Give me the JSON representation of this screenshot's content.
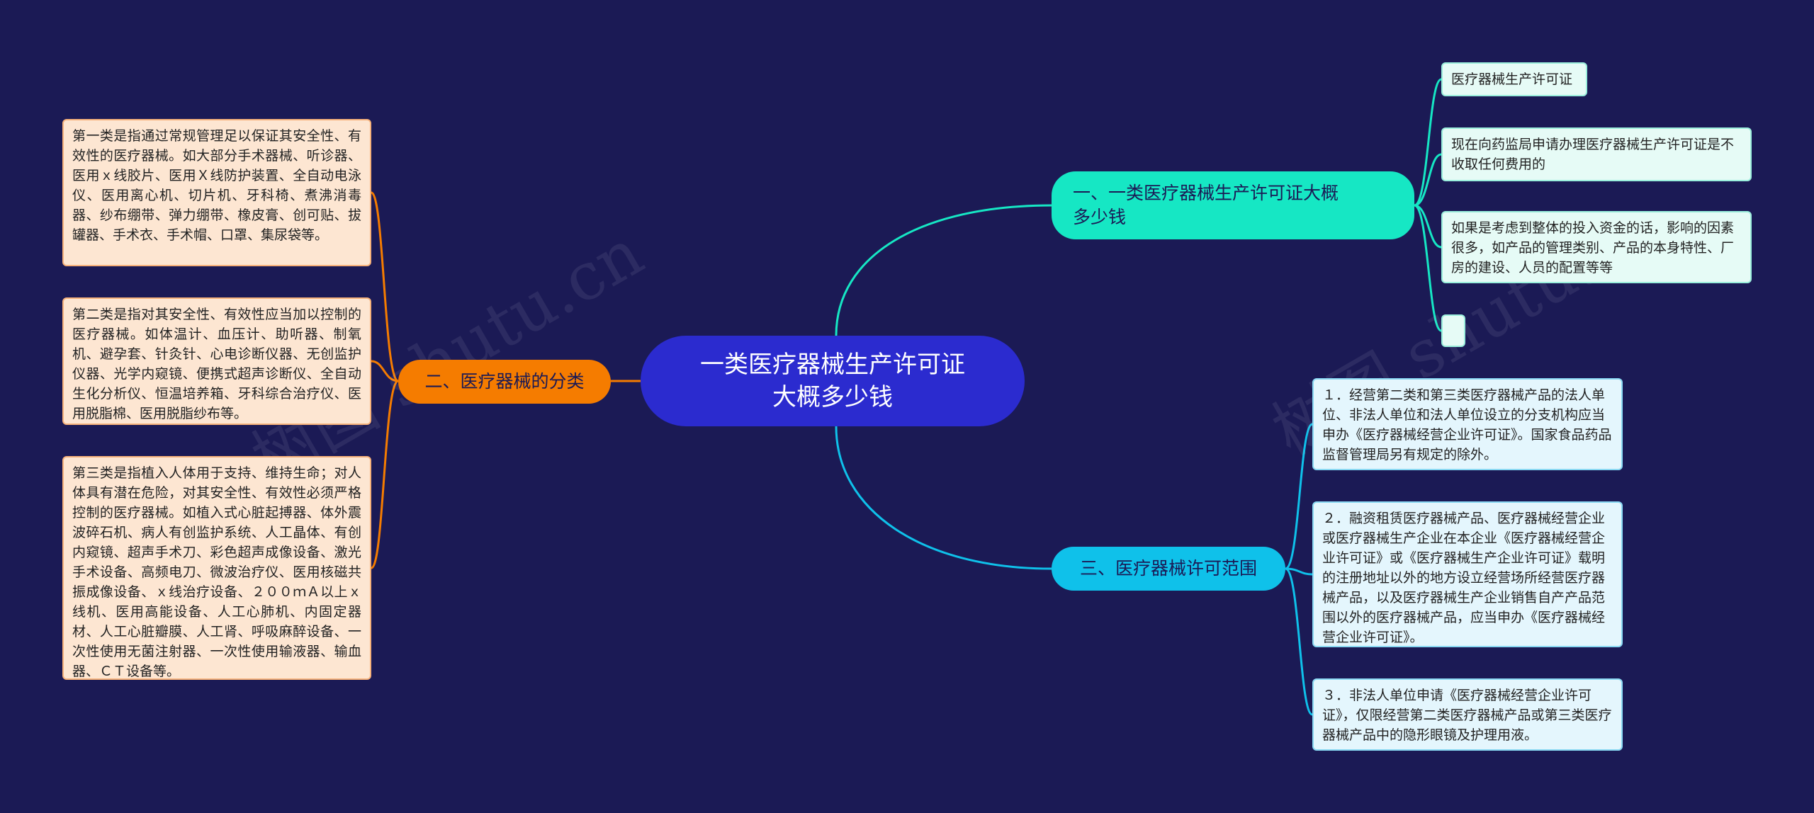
{
  "mindmap": {
    "root": {
      "label": "一类医疗器械生产许可证\n大概多少钱"
    },
    "branches": [
      {
        "label": "一、一类医疗器械生产许可证大概\n多少钱",
        "color": "#16e7c4",
        "leaves": [
          "医疗器械生产许可证",
          "现在向药监局申请办理医疗器械生产许可证是不收取任何费用的",
          "如果是考虑到整体的投入资金的话，影响的因素很多，如产品的管理类别、产品的本身特性、厂房的建设、人员的配置等等",
          ""
        ]
      },
      {
        "label": "二、医疗器械的分类",
        "color": "#f57c00",
        "leaves": [
          "第一类是指通过常规管理足以保证其安全性、有效性的医疗器械。如大部分手术器械、听诊器、医用ｘ线胶片、医用Ｘ线防护装置、全自动电泳仪、医用离心机、切片机、牙科椅、煮沸消毒器、纱布绷带、弹力绷带、橡皮膏、创可贴、拔罐器、手术衣、手术帽、口罩、集尿袋等。",
          "第二类是指对其安全性、有效性应当加以控制的医疗器械。如体温计、血压计、助听器、制氧机、避孕套、针灸针、心电诊断仪器、无创监护仪器、光学内窥镜、便携式超声诊断仪、全自动生化分析仪、恒温培养箱、牙科综合治疗仪、医用脱脂棉、医用脱脂纱布等。",
          "第三类是指植入人体用于支持、维持生命；对人体具有潜在危险，对其安全性、有效性必须严格控制的医疗器械。如植入式心脏起搏器、体外震波碎石机、病人有创监护系统、人工晶体、有创内窥镜、超声手术刀、彩色超声成像设备、激光手术设备、高频电刀、微波治疗仪、医用核磁共振成像设备、ｘ线治疗设备、２００ｍＡ以上ｘ线机、医用高能设备、人工心肺机、内固定器材、人工心脏瓣膜、人工肾、呼吸麻醉设备、一次性使用无菌注射器、一次性使用输液器、输血器、ＣＴ设备等。"
        ]
      },
      {
        "label": "三、医疗器械许可范围",
        "color": "#0fc1ea",
        "leaves": [
          "１．经营第二类和第三类医疗器械产品的法人单位、非法人单位和法人单位设立的分支机构应当申办《医疗器械经营企业许可证》。国家食品药品监督管理局另有规定的除外。",
          "２．融资租赁医疗器械产品、医疗器械经营企业或医疗器械生产企业在本企业《医疗器械经营企业许可证》或《医疗器械生产企业许可证》载明的注册地址以外的地方设立经营场所经营医疗器械产品，以及医疗器械生产企业销售自产产品范围以外的医疗器械产品，应当申办《医疗器械经营企业许可证》。",
          "３．非法人单位申请《医疗器械经营企业许可证》，仅限经营第二类医疗器械产品或第三类医疗器械产品中的隐形眼镜及护理用液。"
        ]
      }
    ]
  },
  "watermark": "树图 shutu.cn",
  "colors": {
    "background": "#1b1a55",
    "root": "#2b2bcf",
    "edge_teal": "#16e7c4",
    "edge_orange": "#f57c00",
    "edge_cyan": "#0fc1ea"
  }
}
